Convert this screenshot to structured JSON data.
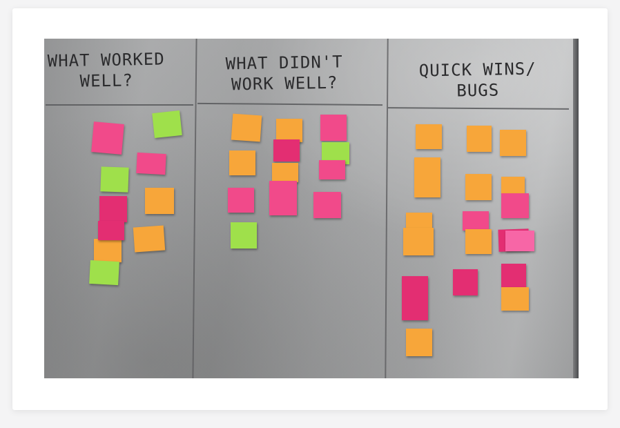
{
  "board": {
    "headers": [
      {
        "text": "WHAT WORKED\nWELL?"
      },
      {
        "text": "WHAT DIDN'T\nWORK WELL?"
      },
      {
        "text": "QUICK WINS/\nBUGS"
      }
    ]
  },
  "colors": {
    "pink": "#f14a8a",
    "hot_pink": "#e32e72",
    "orange": "#f7a63a",
    "green": "#9fe04b"
  }
}
